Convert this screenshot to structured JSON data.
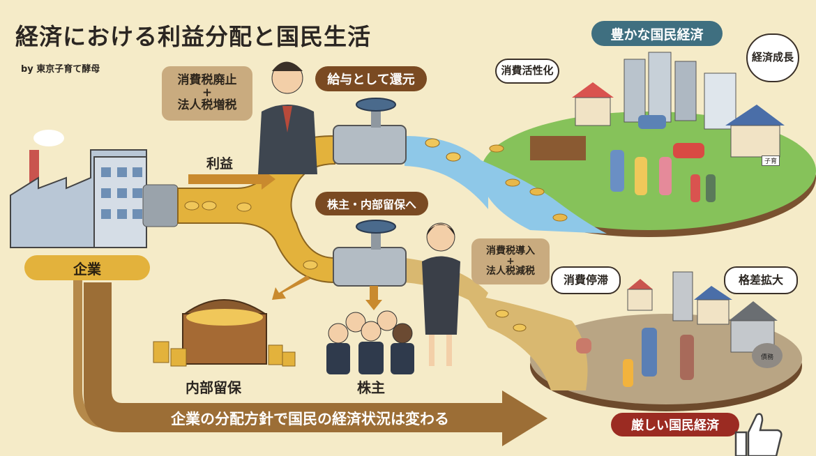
{
  "title": "経済における利益分配と国民生活",
  "byline": "by 東京子育て酵母",
  "left_speech": {
    "line1": "消費税廃止",
    "plus": "+",
    "line2": "法人税増税"
  },
  "right_speech": {
    "line1": "消費税導入",
    "plus": "+",
    "line2": "法人税減税"
  },
  "labels": {
    "salary_return": "給与として還元",
    "profit": "利益",
    "to_shareholders": "株主・内部留保へ",
    "company": "企業",
    "retained_earnings": "内部留保",
    "shareholders": "株主",
    "bottom_message": "企業の分配方針で国民の経済状況は変わる"
  },
  "rich_economy": {
    "title": "豊かな国民経済",
    "bubble_consumption": "消費活性化",
    "bubble_growth": "経済成長",
    "sign": "子育"
  },
  "poor_economy": {
    "title": "厳しい国民経済",
    "bubble_stagnation": "消費停滞",
    "bubble_disparity": "格差拡大",
    "debt_bag": "債務"
  },
  "colors": {
    "background": "#f5ebc8",
    "gold": "#e3b23c",
    "dark_brown": "#7a4a22",
    "teal": "#3f6f80",
    "red": "#9b2b22",
    "tan": "#c9ab7f"
  }
}
